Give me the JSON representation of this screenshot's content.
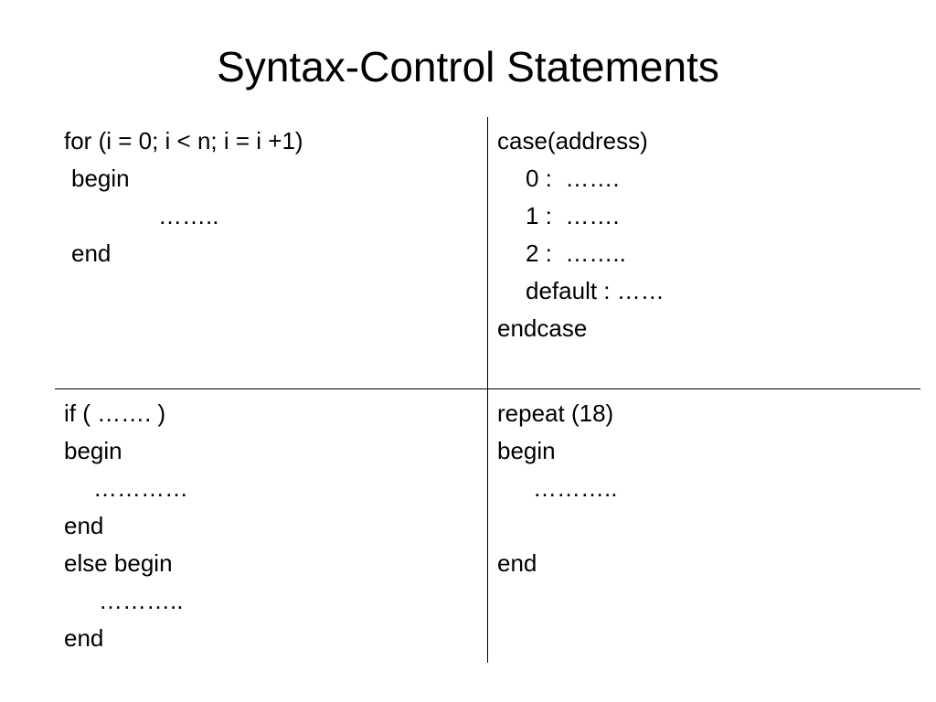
{
  "slide": {
    "title": "Syntax-Control Statements"
  },
  "cells": {
    "for_loop": {
      "lines": [
        "for (i = 0; i < n; i = i +1)",
        "begin",
        "……..",
        "end"
      ]
    },
    "case_stmt": {
      "lines": [
        "case(address)",
        "0 :  …….",
        "1 :  …….",
        "2 :  ……..",
        "default : ……",
        "endcase"
      ]
    },
    "if_else": {
      "lines": [
        "if ( ……. )",
        "begin",
        "…………",
        "end",
        "else begin",
        "………..",
        "end"
      ]
    },
    "repeat_loop": {
      "lines": [
        "repeat (18)",
        "begin",
        "………..",
        "end"
      ]
    }
  }
}
